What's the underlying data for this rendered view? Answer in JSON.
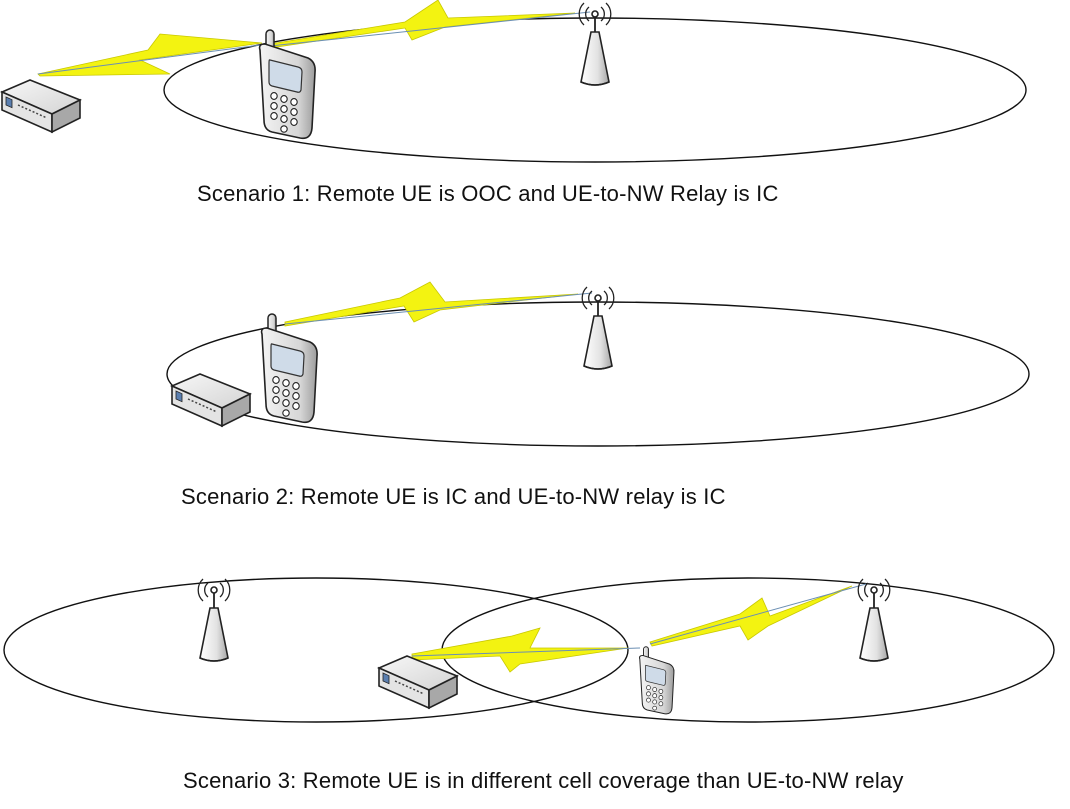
{
  "captions": {
    "scenario1": "Scenario 1: Remote UE is OOC and UE-to-NW Relay is IC",
    "scenario2": "Scenario 2: Remote UE is IC and UE-to-NW relay is IC",
    "scenario3": "Scenario 3: Remote UE is in different cell coverage than UE-to-NW relay"
  },
  "colors": {
    "lightning": "#f2f20c",
    "lightning_stroke": "#c8c800",
    "link_line": "#6b8fb3",
    "device_body": "#e6e6e6",
    "device_shade": "#a9a9a9",
    "device_screen": "#5b7fb0"
  },
  "icons": [
    "base-station-icon",
    "mobile-phone-icon",
    "remote-device-icon",
    "lightning-link-icon"
  ]
}
